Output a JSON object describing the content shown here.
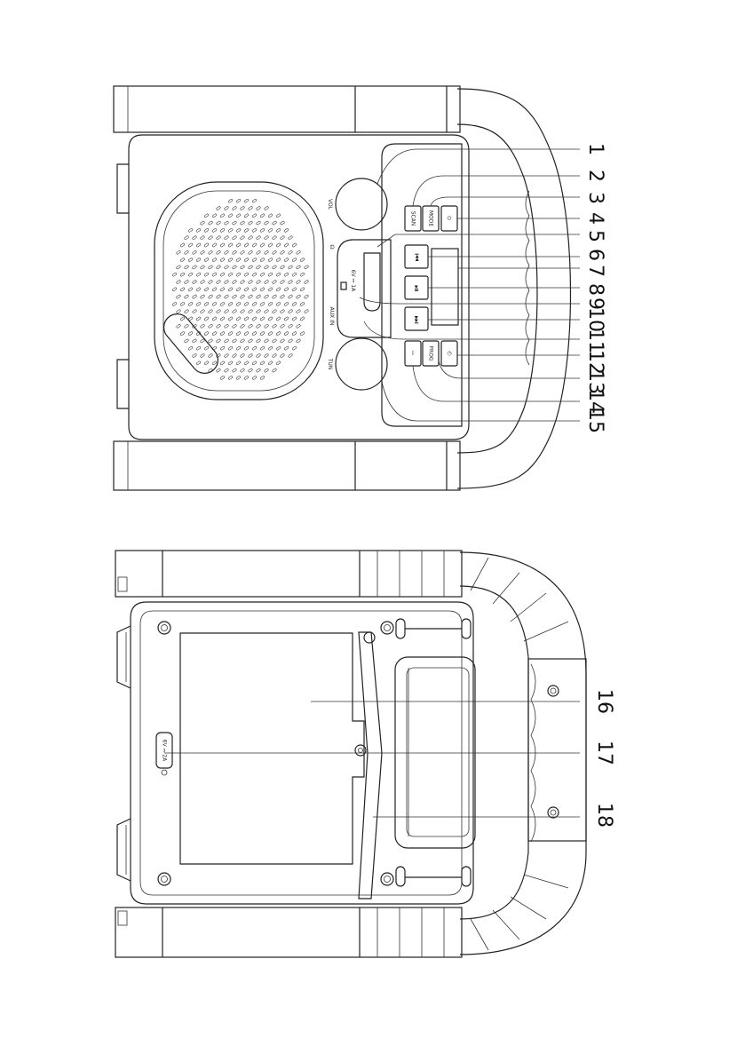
{
  "front_view": {
    "labels": {
      "vol": "VOL",
      "tun": "TUN",
      "scan": "SCAN",
      "mode": "MODE",
      "prog": "PROG",
      "aux": "AUX IN",
      "dc": "6V ⎓ 1A"
    },
    "callouts": [
      "1",
      "2",
      "3",
      "4",
      "5",
      "6",
      "7",
      "8",
      "9",
      "10",
      "11",
      "12",
      "13",
      "14",
      "15"
    ]
  },
  "back_view": {
    "labels": {
      "dc": "6V ⎓ 2A"
    },
    "callouts": [
      "16",
      "17",
      "18"
    ]
  }
}
